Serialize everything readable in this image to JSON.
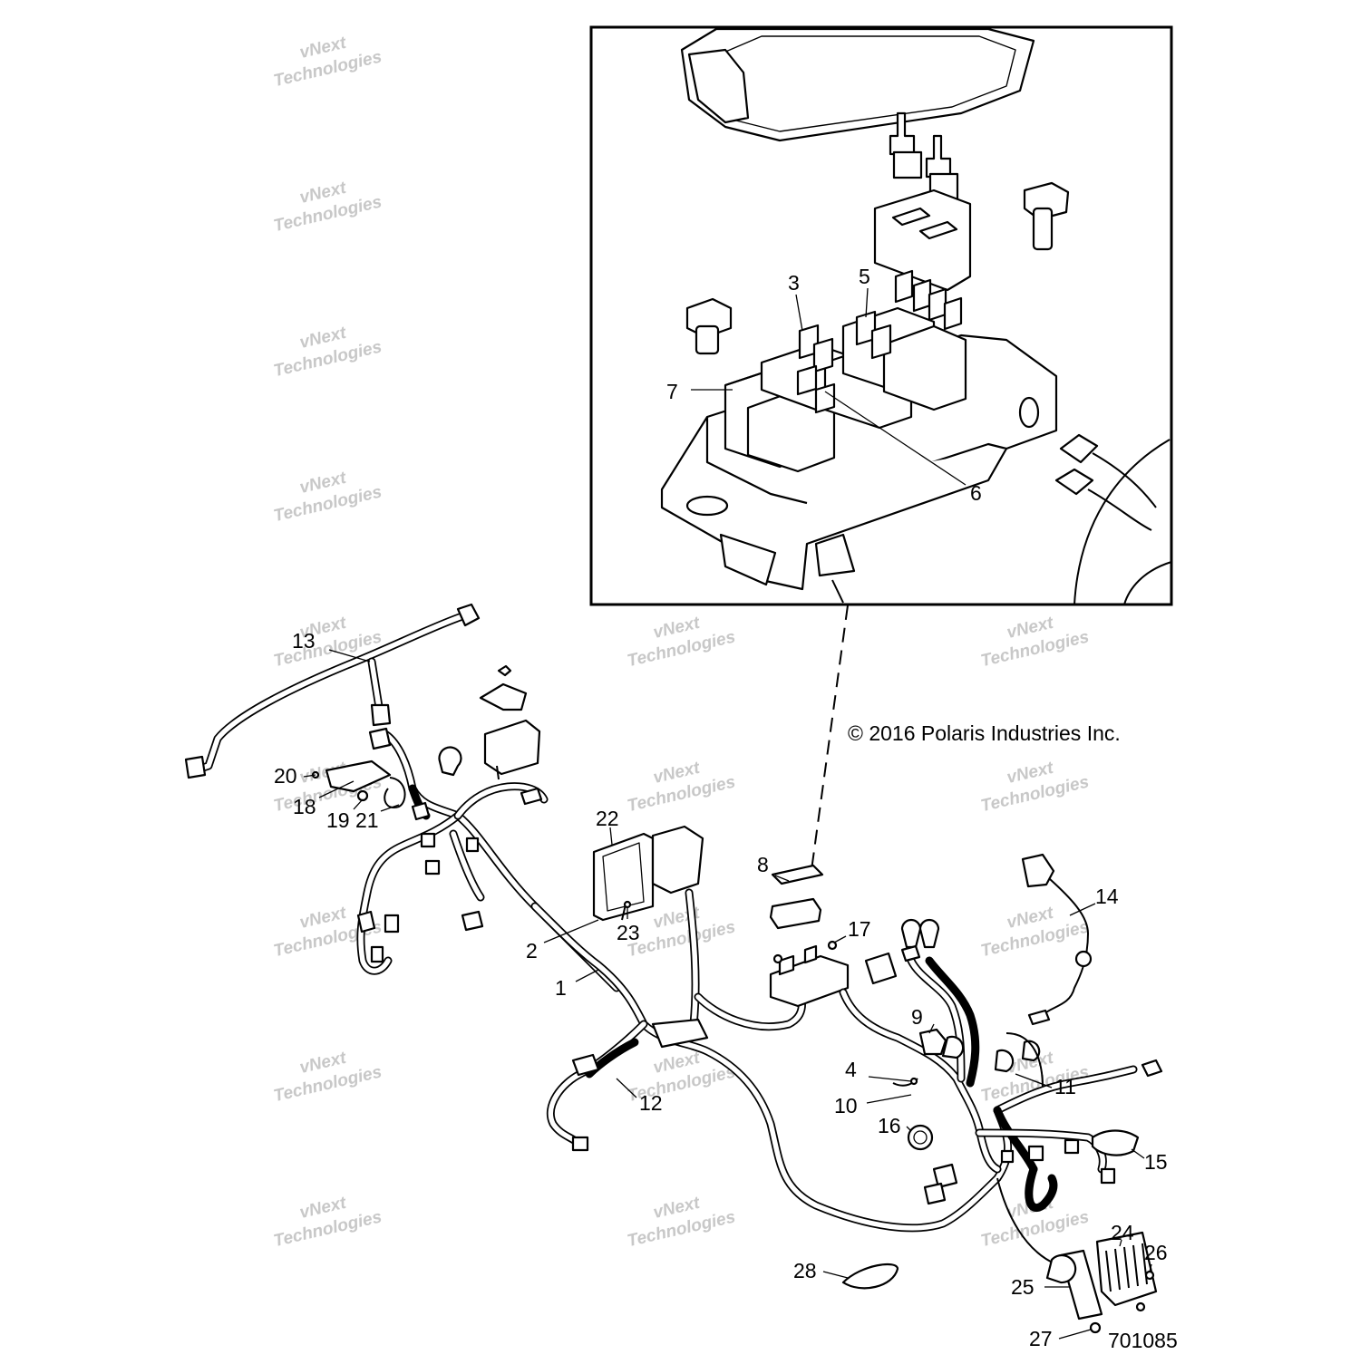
{
  "diagram": {
    "copyright": "© 2016 Polaris Industries Inc.",
    "diagram_number": "701085",
    "watermark_line1": "vNext",
    "watermark_line2": "Technologies",
    "callouts": {
      "c1": "1",
      "c2": "2",
      "c3": "3",
      "c4": "4",
      "c5": "5",
      "c6": "6",
      "c7": "7",
      "c8": "8",
      "c9": "9",
      "c10": "10",
      "c11": "11",
      "c12": "12",
      "c13": "13",
      "c14": "14",
      "c15": "15",
      "c16": "16",
      "c17": "17",
      "c18": "18",
      "c19": "19",
      "c20": "20",
      "c21": "21",
      "c22": "22",
      "c23": "23",
      "c24": "24",
      "c25": "25",
      "c26": "26",
      "c27": "27",
      "c28": "28"
    }
  }
}
